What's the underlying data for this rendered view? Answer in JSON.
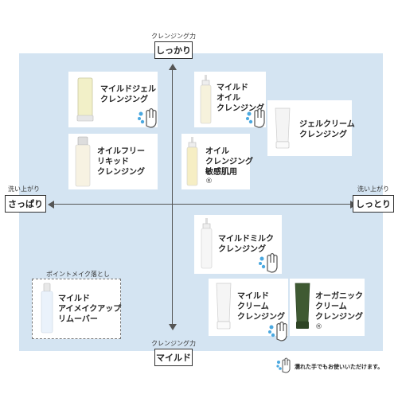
{
  "axes": {
    "top_caption": "クレンジング力",
    "top_label": "しっかり",
    "bottom_caption": "クレンジング力",
    "bottom_label": "マイルド",
    "left_caption": "洗い上がり",
    "left_label": "さっぱり",
    "right_caption": "洗い上がり",
    "right_label": "しっとり"
  },
  "products": [
    {
      "id": "mild-gel",
      "lines": [
        "マイルドジェル",
        "クレンジング"
      ],
      "wet_ok": true
    },
    {
      "id": "mild-oil",
      "lines": [
        "マイルド",
        "オイル",
        "クレンジング"
      ],
      "wet_ok": true
    },
    {
      "id": "gel-cream",
      "lines": [
        "ジェルクリーム",
        "クレンジング"
      ],
      "wet_ok": false
    },
    {
      "id": "oil-free",
      "lines": [
        "オイルフリー",
        "リキッド",
        "クレンジング"
      ],
      "wet_ok": false
    },
    {
      "id": "oil-sensitive",
      "lines": [
        "オイル",
        "クレンジング",
        "敏感肌用"
      ],
      "mark": "®",
      "wet_ok": false
    },
    {
      "id": "mild-milk",
      "lines": [
        "マイルドミルク",
        "クレンジング"
      ],
      "wet_ok": true
    },
    {
      "id": "mild-cream",
      "lines": [
        "マイルド",
        "クリーム",
        "クレンジング"
      ],
      "wet_ok": true
    },
    {
      "id": "organic-cream",
      "lines": [
        "オーガニック",
        "クリーム",
        "クレンジング"
      ],
      "mark": "®",
      "wet_ok": false
    },
    {
      "id": "point-remover",
      "lines": [
        "マイルド",
        "アイメイクアップ",
        "リムーバー"
      ],
      "wet_ok": false
    }
  ],
  "point_remover_caption": "ポイントメイク落とし",
  "note": "濡れた手でもお使いいただけます。",
  "colors": {
    "background": "#d4e4f2",
    "water_drop": "#4aa8e0",
    "organic_tube": "#3f5a32"
  }
}
